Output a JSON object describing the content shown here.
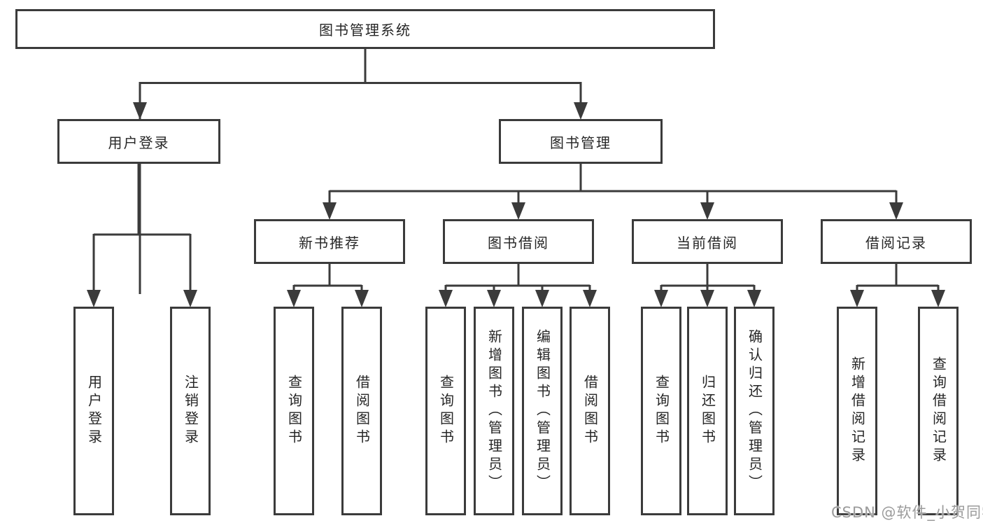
{
  "diagram": {
    "root": "图书管理系统",
    "user_login": {
      "label": "用户登录",
      "children": [
        "用户登录",
        "注销登录"
      ]
    },
    "book_mgmt": {
      "label": "图书管理",
      "groups": [
        {
          "label": "新书推荐",
          "children": [
            "查询图书",
            "借阅图书"
          ]
        },
        {
          "label": "图书借阅",
          "children": [
            "查询图书",
            "新增图书（管理员）",
            "编辑图书（管理员）",
            "借阅图书"
          ]
        },
        {
          "label": "当前借阅",
          "children": [
            "查询图书",
            "归还图书",
            "确认归还（管理员）"
          ]
        },
        {
          "label": "借阅记录",
          "children": [
            "新增借阅记录",
            "查询借阅记录"
          ]
        }
      ]
    },
    "watermark": "CSDN @软件_小贺同学",
    "colors": {
      "line": "#3b3b3b",
      "text": "#262626",
      "watermark": "#9b9b9b",
      "background": "#ffffff"
    }
  }
}
